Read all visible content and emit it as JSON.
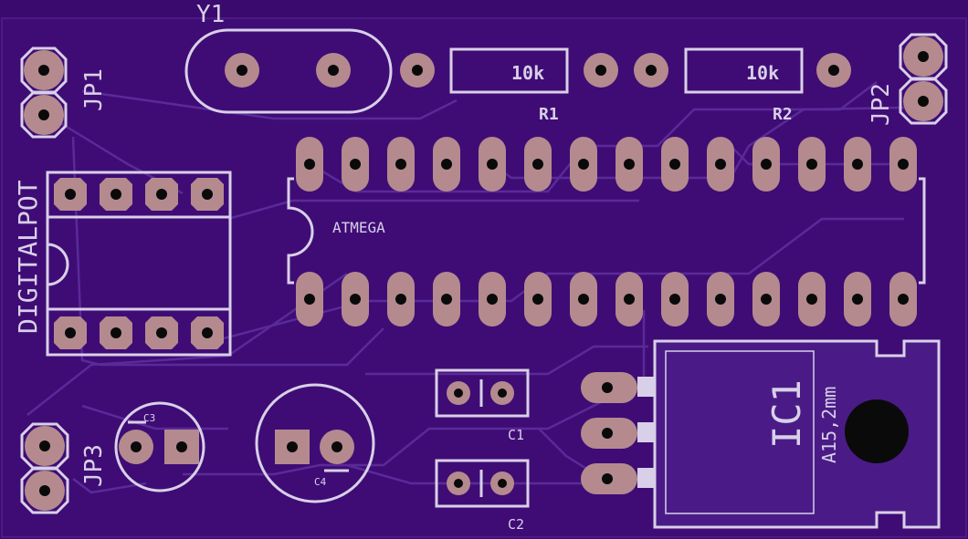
{
  "board": {
    "colors": {
      "substrate": "#3f0c75",
      "trace": "#5a2a99",
      "silk": "#d8d0e8",
      "pad": "#b48a8e",
      "hole": "#0a0a0a",
      "heatsink": "#4a1b87"
    }
  },
  "labels": {
    "y1": "Y1",
    "jp1": "JP1",
    "jp2": "JP2",
    "jp3": "JP3",
    "r1": "R1",
    "r2": "R2",
    "r1_value": "10k",
    "r2_value": "10k",
    "digitalpot": "DIGITALPOT",
    "atmega": "ATMEGA",
    "c1": "C1",
    "c2": "C2",
    "c3": "C3",
    "c4": "C4",
    "ic1": "IC1",
    "ic1_package": "A15,2mm"
  }
}
